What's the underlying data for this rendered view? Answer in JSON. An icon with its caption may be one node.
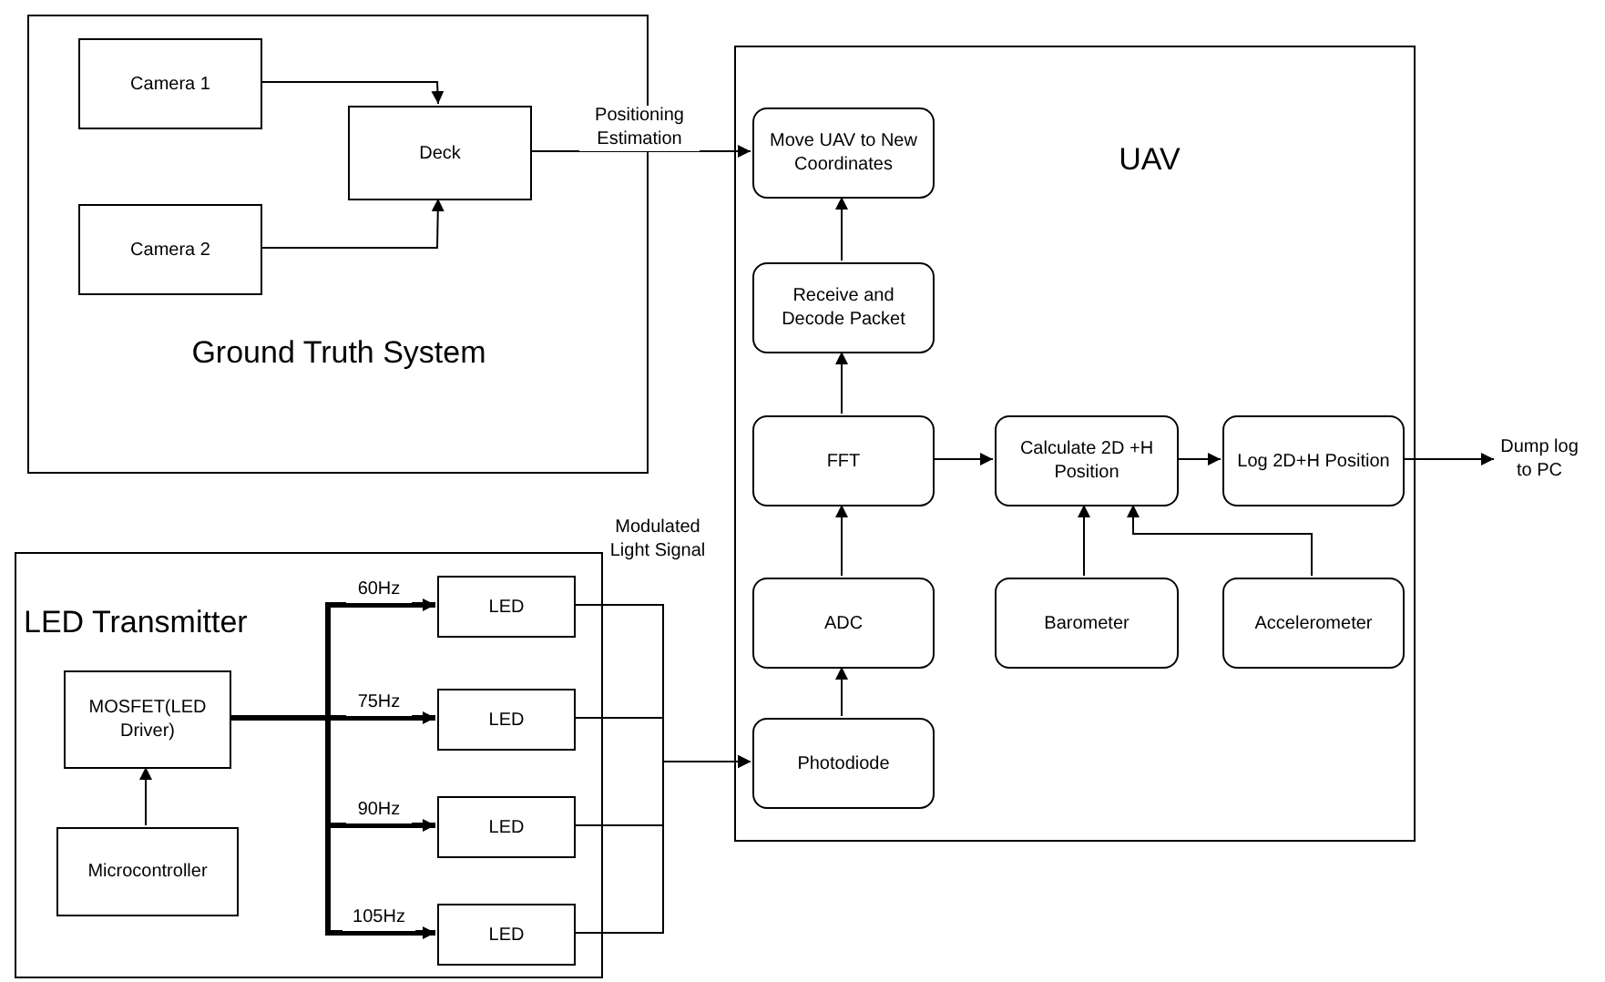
{
  "diagram": {
    "nodes": [
      {
        "text": [
          "Ground Truth System"
        ]
      },
      {
        "text": [
          "Camera 1"
        ],
        "in": 0
      },
      {
        "text": [
          "Camera 2"
        ],
        "in": 0
      },
      {
        "text": [
          "Deck"
        ],
        "in": 0
      },
      {
        "text": [
          "LED Transmitter"
        ]
      },
      {
        "text": [
          "MOSFET(LED Driver)"
        ],
        "in": 4
      },
      {
        "text": [
          "Microcontroller"
        ],
        "in": 4
      },
      {
        "text": [
          "LED"
        ],
        "in": 4
      },
      {
        "text": [
          "LED"
        ],
        "in": 4
      },
      {
        "text": [
          "LED"
        ],
        "in": 4
      },
      {
        "text": [
          "LED"
        ],
        "in": 4
      },
      {
        "text": [
          "UAV"
        ]
      },
      {
        "text": [
          "Move UAV to New Coordinates"
        ],
        "in": 11
      },
      {
        "text": [
          "Receive and Decode Packet"
        ],
        "in": 11
      },
      {
        "text": [
          "FFT"
        ],
        "in": 11
      },
      {
        "text": [
          "Calculate 2D +H Position"
        ],
        "in": 11
      },
      {
        "text": [
          "Log 2D+H Position"
        ],
        "in": 11
      },
      {
        "text": [
          "ADC"
        ],
        "in": 11
      },
      {
        "text": [
          "Barometer"
        ],
        "in": 11
      },
      {
        "text": [
          "Accelerometer"
        ],
        "in": 11
      },
      {
        "text": [
          "Photodiode"
        ],
        "in": 11
      },
      {
        "text": [
          "Dump log to PC"
        ]
      }
    ],
    "edges": [
      {
        "from": 1,
        "to": 3,
        "arrow": "to"
      },
      {
        "from": 2,
        "to": 3,
        "arrow": "to"
      },
      {
        "from": 3,
        "to": 12,
        "arrow": "to",
        "label": "Positioning Estimation"
      },
      {
        "from": 6,
        "to": 5,
        "arrow": "to"
      },
      {
        "from": 5,
        "to": 7,
        "arrow": "to",
        "label": "60Hz",
        "style": "thick"
      },
      {
        "from": 5,
        "to": 8,
        "arrow": "to",
        "label": "75Hz",
        "style": "thick"
      },
      {
        "from": 5,
        "to": 9,
        "arrow": "to",
        "label": "90Hz",
        "style": "thick"
      },
      {
        "from": 5,
        "to": 10,
        "arrow": "to",
        "label": "105Hz",
        "style": "thick"
      },
      {
        "from": 7,
        "to": 20,
        "arrow": "to"
      },
      {
        "from": 8,
        "to": 20,
        "arrow": "to"
      },
      {
        "from": 9,
        "to": 20,
        "arrow": "to"
      },
      {
        "from": 10,
        "to": 20,
        "arrow": "to"
      },
      {
        "from": 20,
        "to": 17,
        "arrow": "to"
      },
      {
        "from": 17,
        "to": 14,
        "arrow": "to"
      },
      {
        "from": 14,
        "to": 13,
        "arrow": "to"
      },
      {
        "from": 13,
        "to": 12,
        "arrow": "to"
      },
      {
        "from": 14,
        "to": 15,
        "arrow": "to"
      },
      {
        "from": 15,
        "to": 16,
        "arrow": "to"
      },
      {
        "from": 16,
        "to": 21,
        "arrow": "to"
      },
      {
        "from": 18,
        "to": 15,
        "arrow": "to"
      },
      {
        "from": 19,
        "to": 15,
        "arrow": "to"
      }
    ],
    "labels": [
      "Modulated Light Signal"
    ]
  }
}
